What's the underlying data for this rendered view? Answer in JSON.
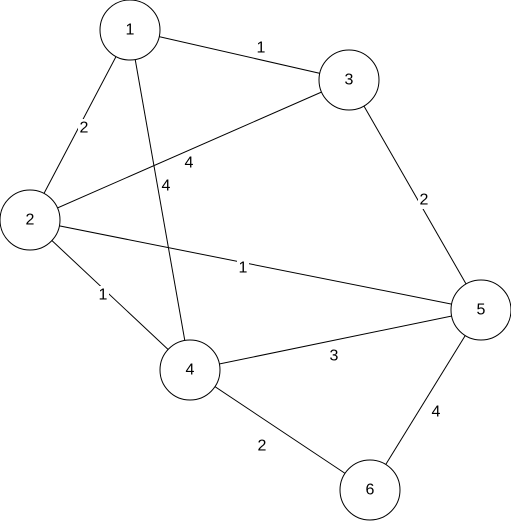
{
  "nodes": [
    {
      "id": "1",
      "label": "1"
    },
    {
      "id": "2",
      "label": "2"
    },
    {
      "id": "3",
      "label": "3"
    },
    {
      "id": "4",
      "label": "4"
    },
    {
      "id": "5",
      "label": "5"
    },
    {
      "id": "6",
      "label": "6"
    }
  ],
  "edges": [
    {
      "from": "1",
      "to": "3",
      "weight": "1"
    },
    {
      "from": "1",
      "to": "2",
      "weight": "2"
    },
    {
      "from": "1",
      "to": "4",
      "weight": "4"
    },
    {
      "from": "2",
      "to": "3",
      "weight": "4"
    },
    {
      "from": "2",
      "to": "5",
      "weight": "1"
    },
    {
      "from": "2",
      "to": "4",
      "weight": "1"
    },
    {
      "from": "3",
      "to": "5",
      "weight": "2"
    },
    {
      "from": "4",
      "to": "5",
      "weight": "3"
    },
    {
      "from": "4",
      "to": "6",
      "weight": "2"
    },
    {
      "from": "5",
      "to": "6",
      "weight": "4"
    }
  ]
}
